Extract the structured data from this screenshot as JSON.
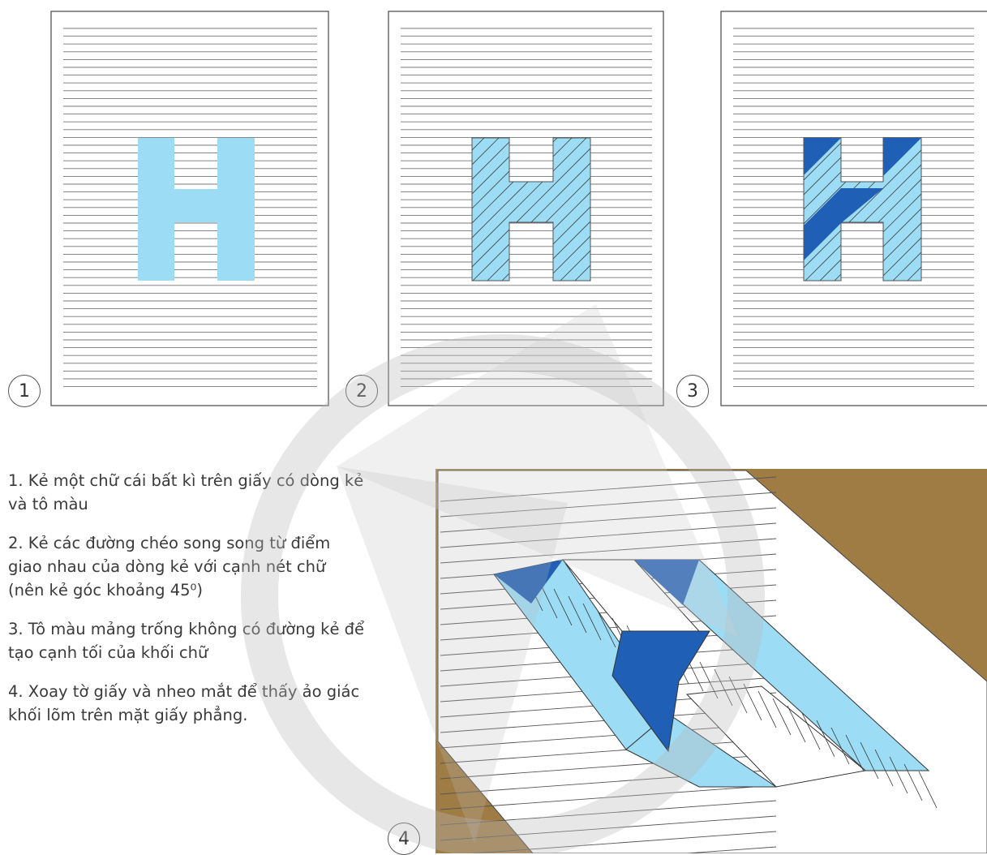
{
  "colors": {
    "light_blue": "#9cdcf5",
    "dark_blue": "#1f5fb5",
    "outline": "#555555",
    "table_brown": "#a07c45"
  },
  "steps": [
    {
      "number": "1",
      "text": "1. Kẻ một chữ cái bất kì trên giấy có dòng kẻ và tô màu"
    },
    {
      "number": "2",
      "text": "2. Kẻ các đường chéo song song từ điểm giao nhau của dòng kẻ với cạnh nét chữ (nên kẻ góc khoảng 45⁰)"
    },
    {
      "number": "3",
      "text": "3. Tô màu mảng trống không có đường kẻ để tạo cạnh tối của khối chữ"
    },
    {
      "number": "4",
      "text": "4. Xoay tờ giấy và nheo mắt để thấy ảo giác khối lõm trên mặt giấy phẳng."
    }
  ]
}
